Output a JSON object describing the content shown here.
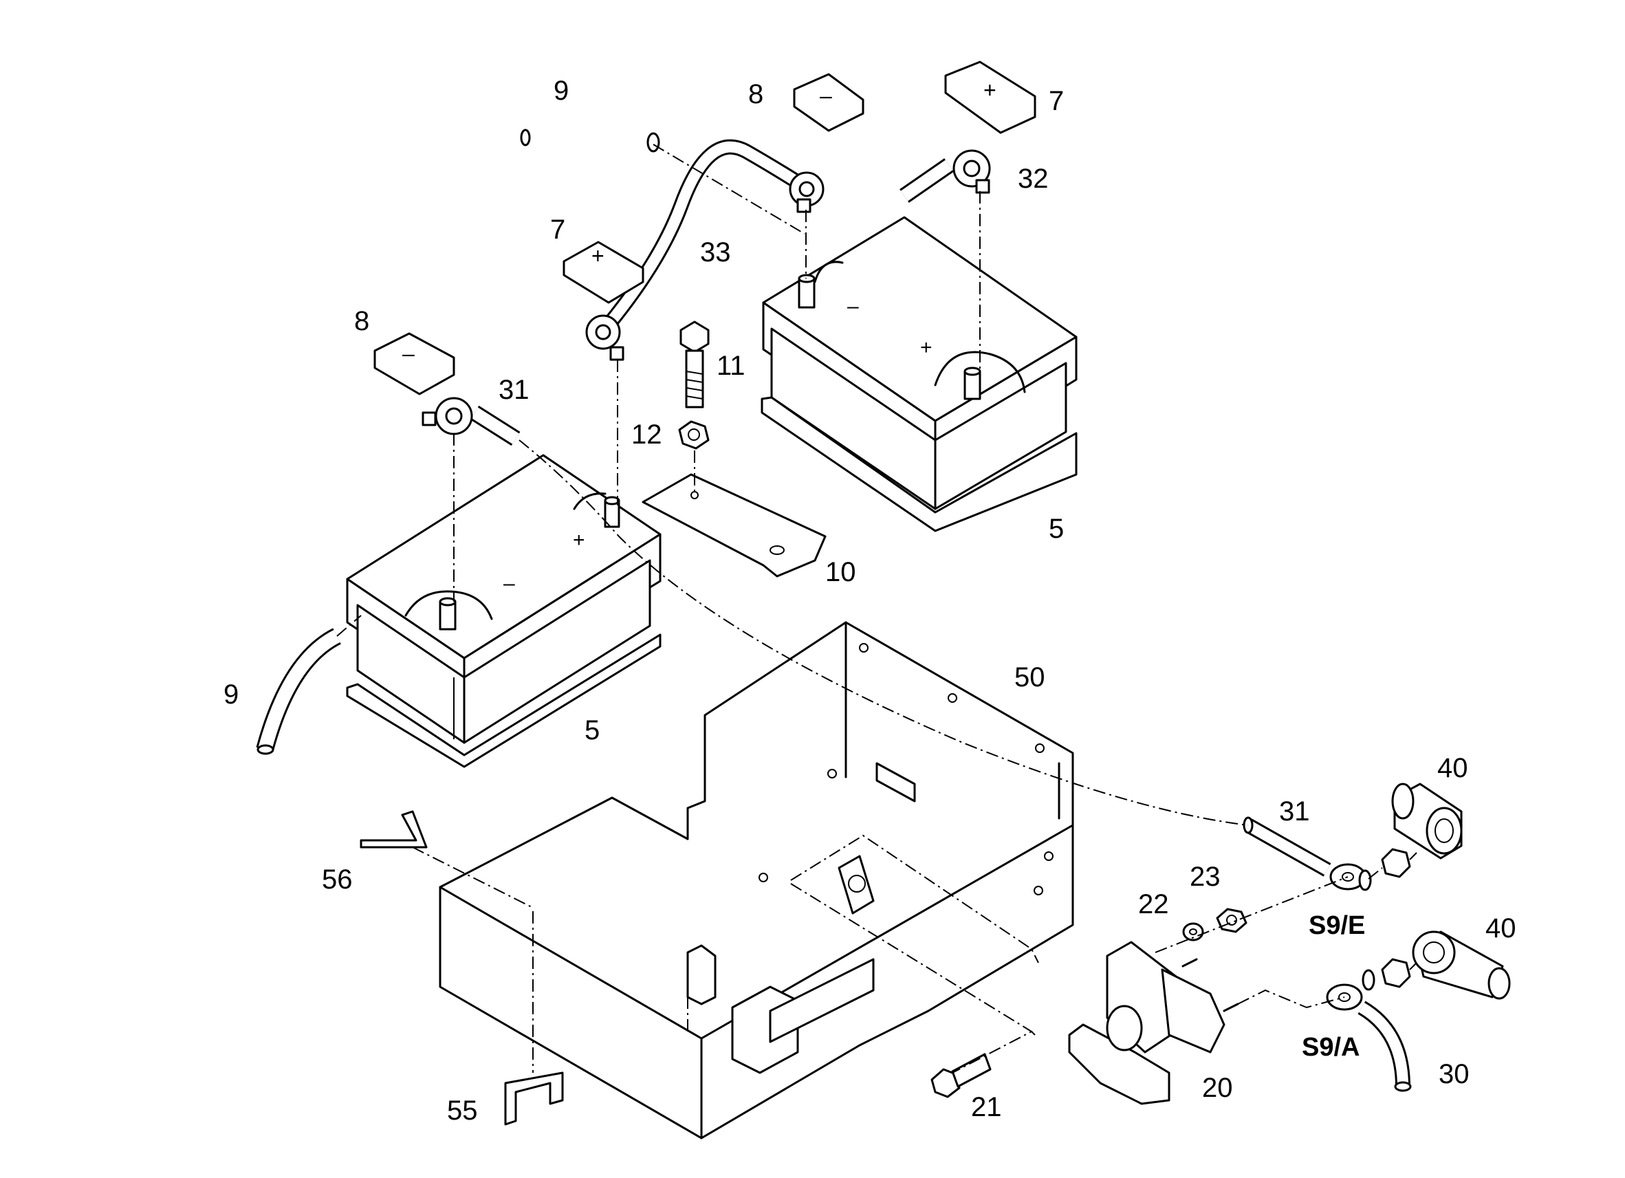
{
  "callouts": {
    "cable_9_top": "9",
    "cap_8_top": "8",
    "cap_7_top": "7",
    "terminal_32": "32",
    "cap_7_mid": "7",
    "cable_33": "33",
    "cap_8_left": "8",
    "bolt_11": "11",
    "terminal_31_top": "31",
    "nut_12": "12",
    "battery_5_right": "5",
    "bracket_10": "10",
    "cable_9_left": "9",
    "battery_5_left": "5",
    "tray_50": "50",
    "cover_40_top": "40",
    "cable_31_right": "31",
    "washer_22": "22",
    "nut_23": "23",
    "clip_56": "56",
    "connector_s9e": "S9/E",
    "cover_40_bottom": "40",
    "connector_s9a": "S9/A",
    "cable_30": "30",
    "clip_55": "55",
    "bolt_21": "21",
    "switch_20": "20"
  }
}
